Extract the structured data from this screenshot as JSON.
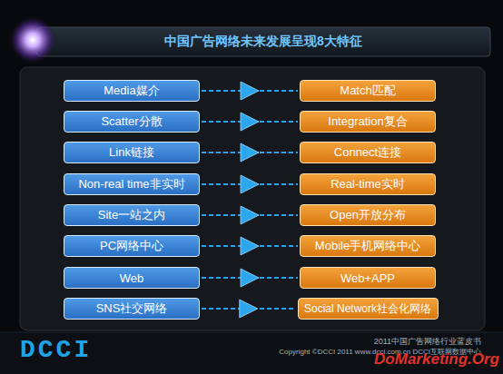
{
  "diagram": {
    "title": "中国广告网络未来发展呈现8大特征",
    "nodes": [
      {
        "text": [
          "Media媒介"
        ]
      },
      {
        "text": [
          "Match匹配"
        ]
      },
      {
        "text": [
          "Scatter分散"
        ]
      },
      {
        "text": [
          "Integration复合"
        ]
      },
      {
        "text": [
          "Link链接"
        ]
      },
      {
        "text": [
          "Connect连接"
        ]
      },
      {
        "text": [
          "Non-real time非实时"
        ]
      },
      {
        "text": [
          "Real-time实时"
        ]
      },
      {
        "text": [
          "Site一站之内"
        ]
      },
      {
        "text": [
          "Open开放分布"
        ]
      },
      {
        "text": [
          "PC网络中心"
        ]
      },
      {
        "text": [
          "Mobile手机网络中心"
        ]
      },
      {
        "text": [
          "Web"
        ]
      },
      {
        "text": [
          "Web+APP"
        ]
      },
      {
        "text": [
          "SNS社交网络"
        ]
      },
      {
        "text": [
          "Social Network社会化网络"
        ]
      }
    ],
    "edges": [
      {
        "from": 0,
        "to": 1,
        "arrow": "to"
      },
      {
        "from": 2,
        "to": 3,
        "arrow": "to"
      },
      {
        "from": 4,
        "to": 5,
        "arrow": "to"
      },
      {
        "from": 6,
        "to": 7,
        "arrow": "to"
      },
      {
        "from": 8,
        "to": 9,
        "arrow": "to"
      },
      {
        "from": 10,
        "to": 11,
        "arrow": "to"
      },
      {
        "from": 12,
        "to": 13,
        "arrow": "to"
      },
      {
        "from": 14,
        "to": 15,
        "arrow": "to"
      }
    ],
    "labels": [
      "DCCI",
      "2011中国广告网络行业蓝皮书",
      "Copyright ©DCCI 2011 www.dcci.com.cn DCCI互联网数据中心",
      "DoMarketing.Org"
    ]
  }
}
